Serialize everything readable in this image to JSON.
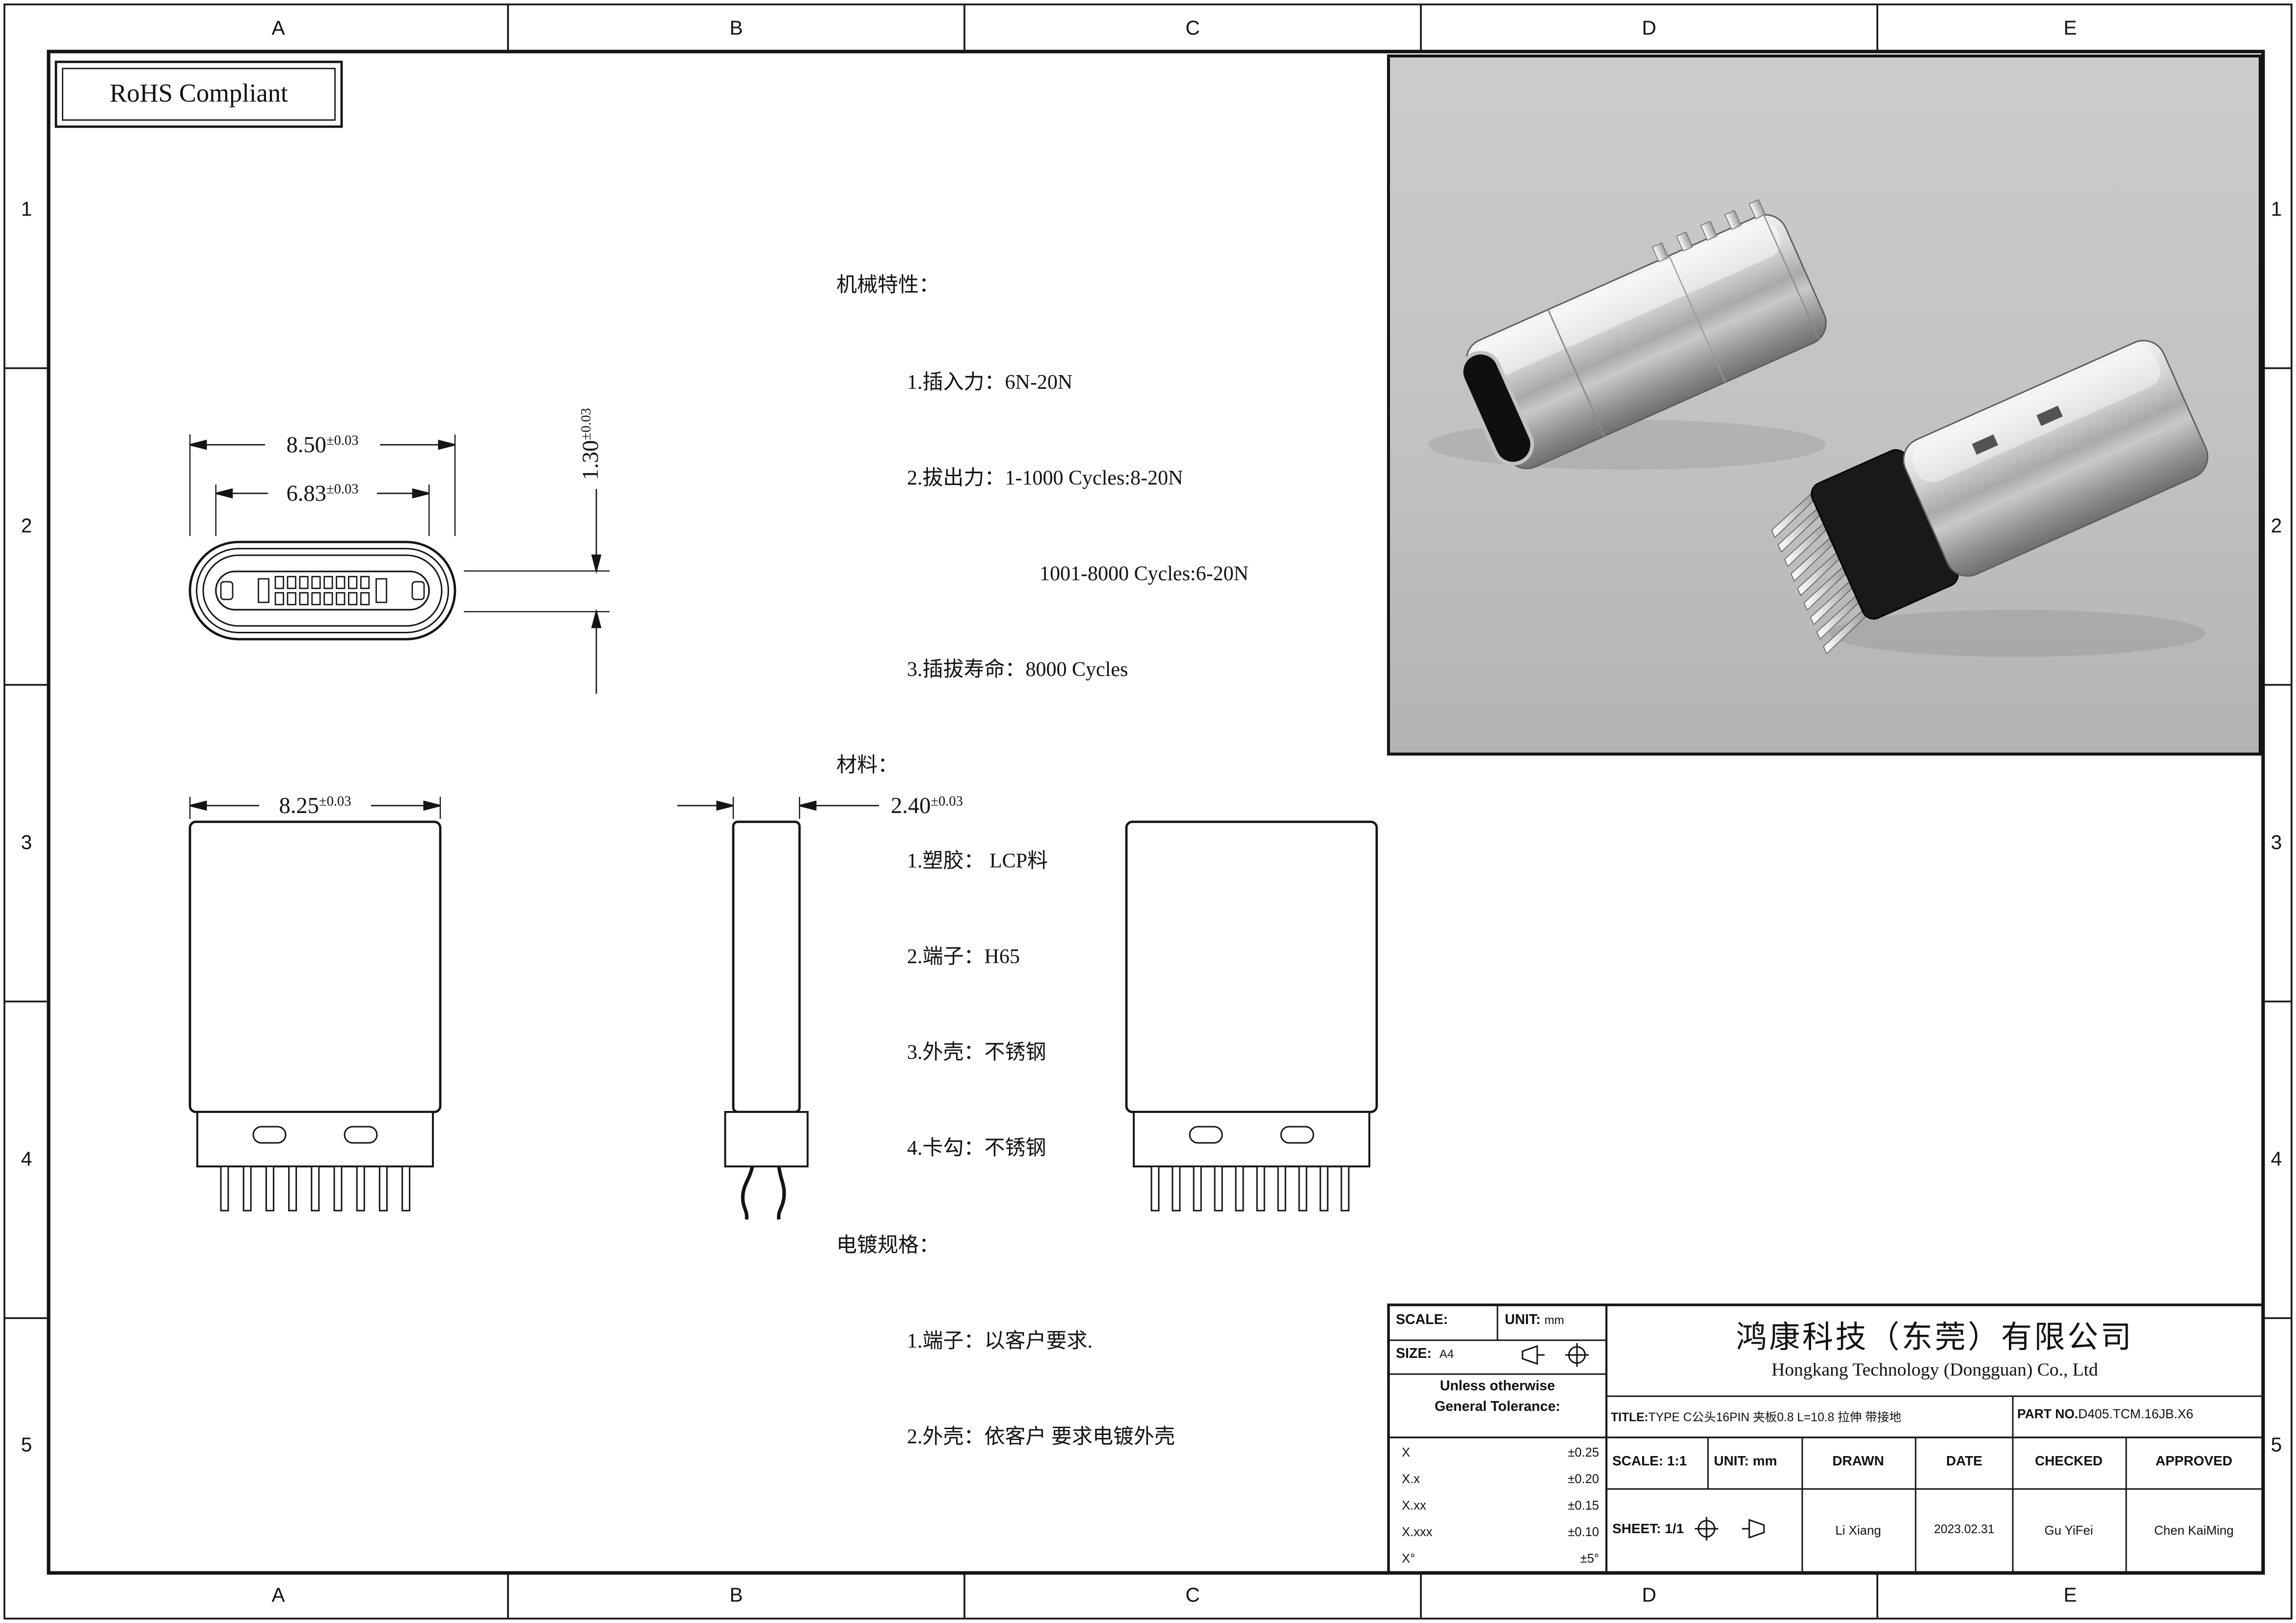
{
  "sheet": {
    "rohs": "RoHS Compliant",
    "zone_cols": [
      "A",
      "B",
      "C",
      "D",
      "E"
    ],
    "zone_rows": [
      "1",
      "2",
      "3",
      "4",
      "5"
    ]
  },
  "specs": {
    "lines": [
      {
        "text": "机械特性："
      },
      {
        "text": "1.插入力：6N-20N"
      },
      {
        "text": "2.拔出力：1-1000 Cycles:8-20N"
      },
      {
        "text": "1001-8000 Cycles:6-20N"
      },
      {
        "text": "3.插拔寿命：8000 Cycles"
      },
      {
        "text": "材料："
      },
      {
        "text": "1.塑胶： LCP料"
      },
      {
        "text": "2.端子：H65"
      },
      {
        "text": "3.外壳：不锈钢"
      },
      {
        "text": "4.卡勾：不锈钢"
      },
      {
        "text": "电镀规格："
      },
      {
        "text": "1.端子：以客户要求."
      },
      {
        "text": "2.外壳：依客户 要求电镀外壳"
      }
    ]
  },
  "dims": {
    "shell_width": {
      "value": "8.50",
      "tol": "±0.03"
    },
    "tongue_width": {
      "value": "6.83",
      "tol": "±0.03"
    },
    "shell_height": {
      "value": "1.30",
      "tol": "±0.03"
    },
    "body_width": {
      "value": "8.25",
      "tol": "±0.03"
    },
    "body_depth": {
      "value": "2.40",
      "tol": "±0.03"
    }
  },
  "title_block": {
    "scale_label": "SCALE:",
    "scale_value": "1:1",
    "unit_label": "UNIT:",
    "unit_value": "mm",
    "size_label": "SIZE:",
    "size_value": "A4",
    "tol_note_line1": "Unless otherwise",
    "tol_note_line2": "General Tolerance:",
    "tolerances": [
      {
        "label": "X",
        "value": "±0.25"
      },
      {
        "label": "X.x",
        "value": "±0.20"
      },
      {
        "label": "X.xx",
        "value": "±0.15"
      },
      {
        "label": "X.xxx",
        "value": "±0.10"
      },
      {
        "label": "X°",
        "value": "±5°"
      }
    ],
    "company_cn": "鸿康科技（东莞）有限公司",
    "company_en": "Hongkang Technology (Dongguan) Co., Ltd",
    "title_label": "TITLE:",
    "title_value": "TYPE C公头16PIN 夹板0.8 L=10.8 拉伸 带接地",
    "part_label": "PART NO.",
    "part_value": "D405.TCM.16JB.X6",
    "drawn_label": "DRAWN",
    "date_label": "DATE",
    "checked_label": "CHECKED",
    "approved_label": "APPROVED",
    "sheet_label": "SHEET:",
    "sheet_value": "1/1",
    "drawn_value": "Li Xiang",
    "date_value": "2023.02.31",
    "checked_value": "Gu YiFei",
    "approved_value": "Chen KaiMing"
  },
  "colors": {
    "line": "#141414",
    "paper": "#ffffff",
    "photo_bg": "#c2c2c0",
    "metal": "#c6c6c4",
    "insulator": "#191917"
  }
}
